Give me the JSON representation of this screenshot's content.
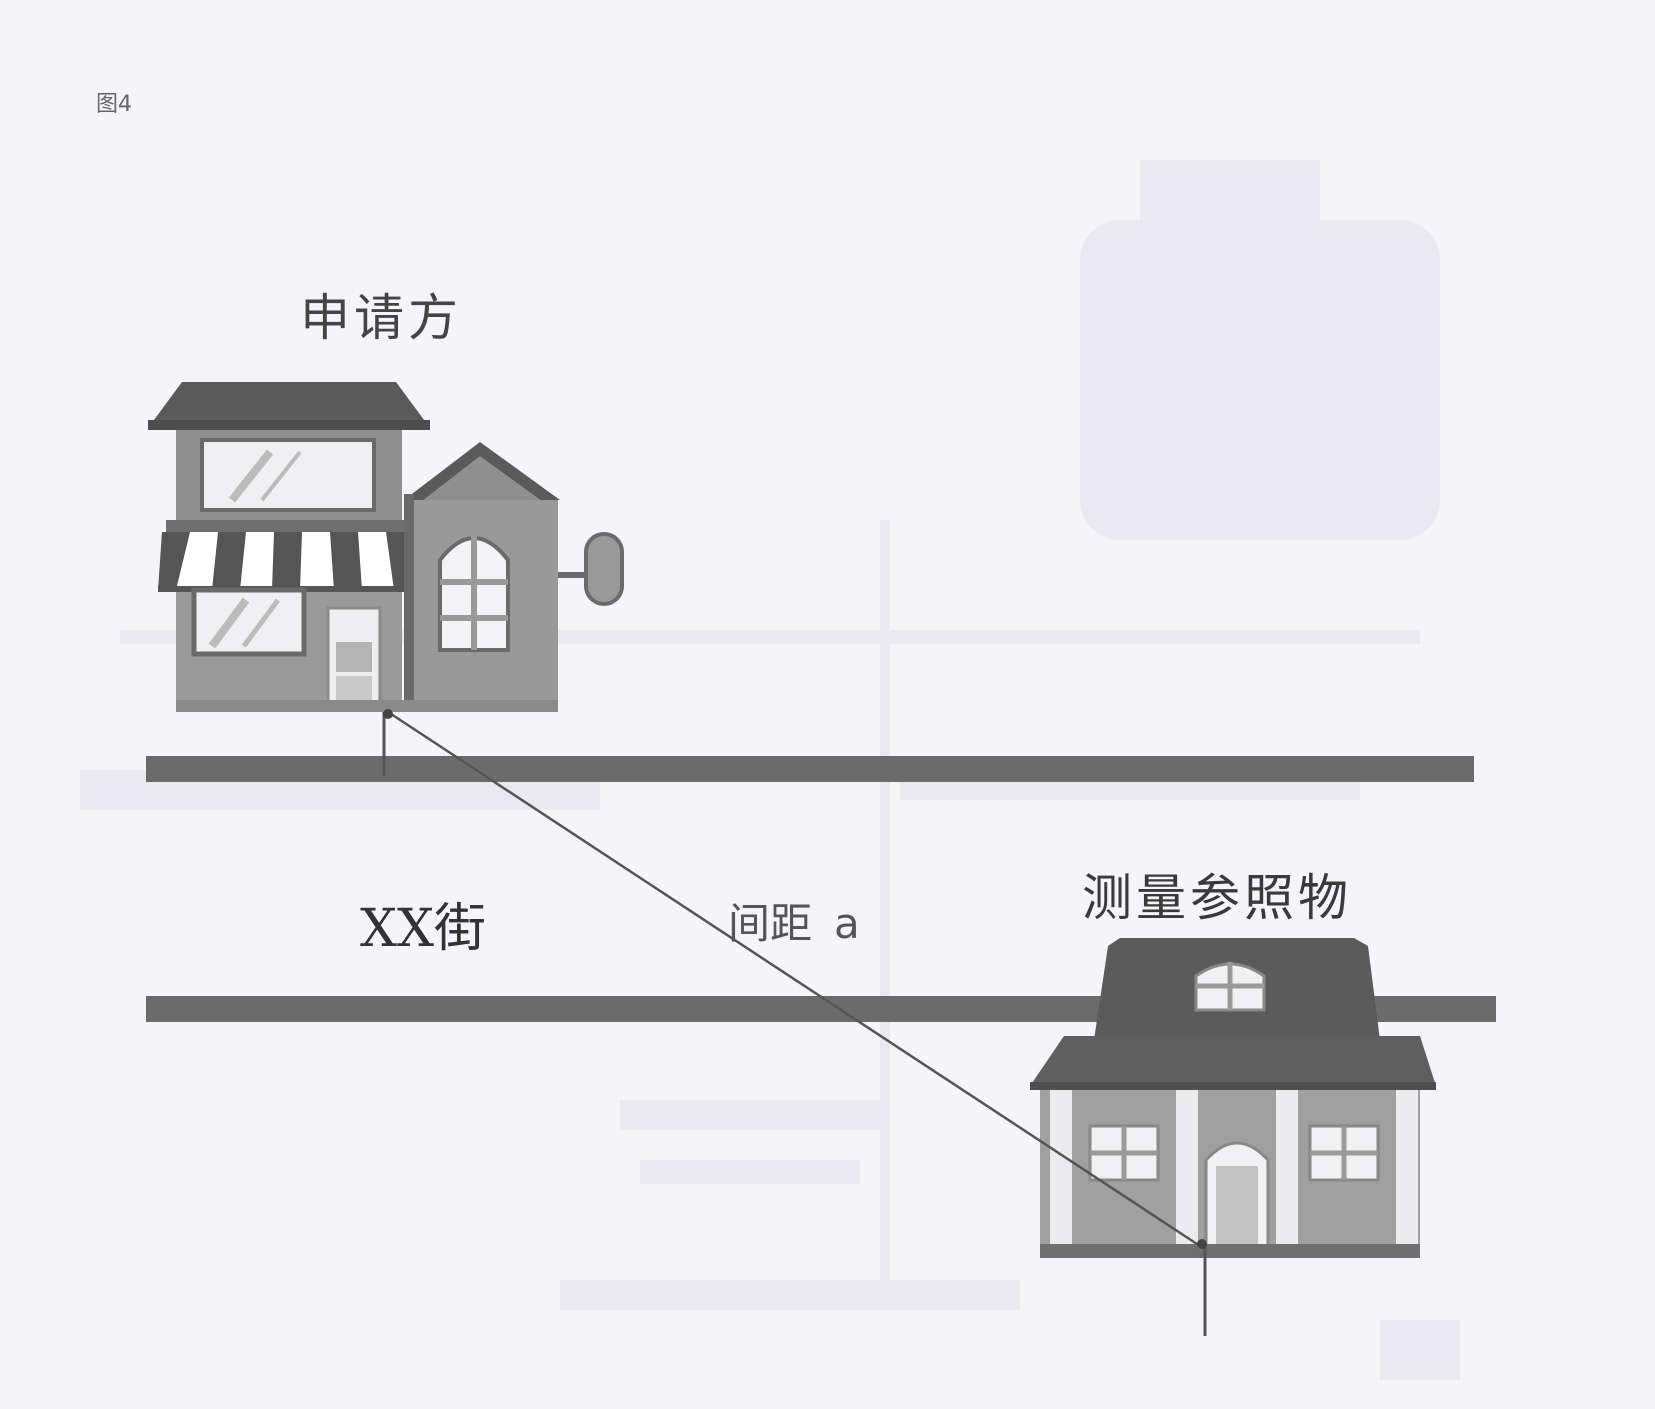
{
  "figure": {
    "label": "图4"
  },
  "labels": {
    "applicant": "申请方",
    "reference": "测量参照物",
    "street": "XX街",
    "distance": "间距",
    "distance_var": "a"
  },
  "icons": {
    "applicant_building": "shop-building-icon",
    "reference_building": "house-icon"
  },
  "colors": {
    "road": "#6b6b6b",
    "roof_dark": "#5a5a5a",
    "wall": "#9a9a9a",
    "wall_light": "#b5b5b5",
    "window": "#f3f3f5",
    "measure_line": "#555555",
    "background": "#f5f4f8"
  }
}
